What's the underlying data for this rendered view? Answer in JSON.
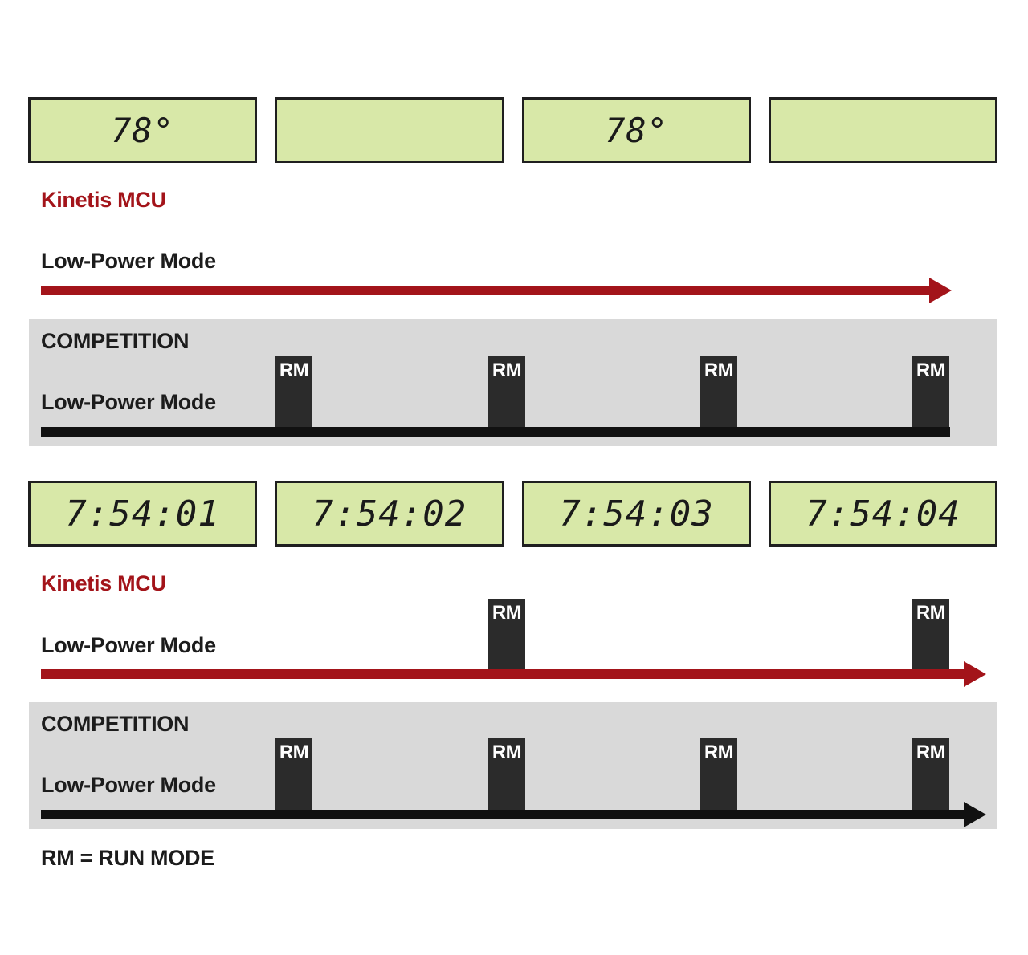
{
  "top": {
    "displays": [
      "78°",
      "",
      "78°",
      ""
    ],
    "kinetis_label": "Kinetis MCU",
    "kinetis_mode": "Low-Power Mode",
    "competition_label": "COMPETITION",
    "competition_mode": "Low-Power Mode",
    "rm_label": "RM"
  },
  "bottom": {
    "displays": [
      "7:54:01",
      "7:54:02",
      "7:54:03",
      "7:54:04"
    ],
    "kinetis_label": "Kinetis MCU",
    "kinetis_mode": "Low-Power Mode",
    "competition_label": "COMPETITION",
    "competition_mode": "Low-Power Mode",
    "rm_label": "RM"
  },
  "legend": "RM = RUN MODE",
  "colors": {
    "accent_red": "#a3141a",
    "lcd_green": "#d8e8a8",
    "band_gray": "#d9d9d9"
  }
}
